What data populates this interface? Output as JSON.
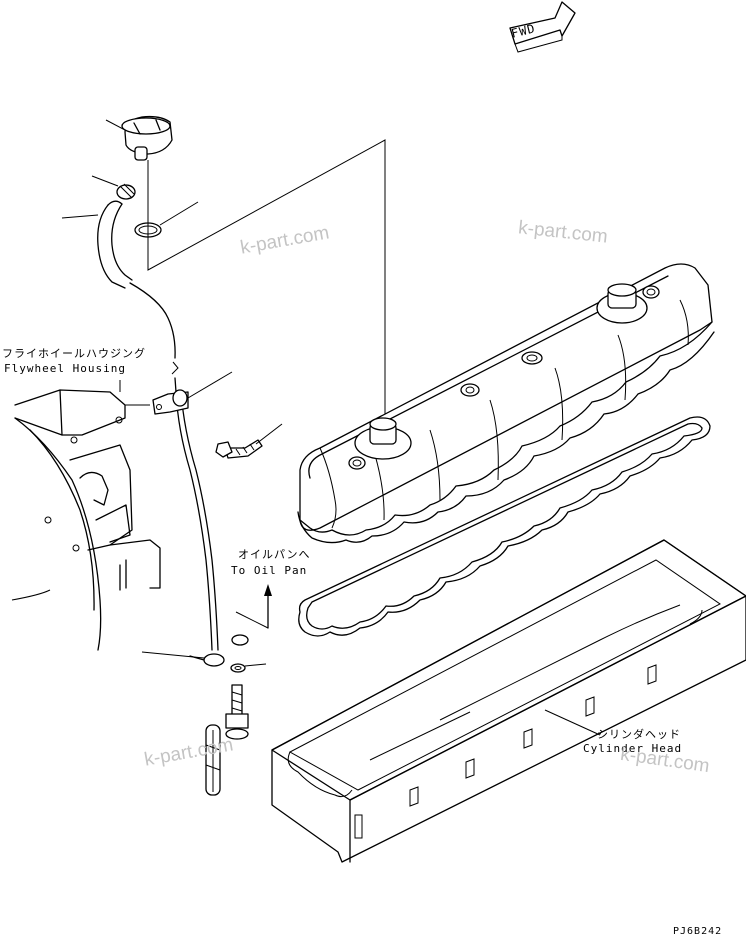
{
  "labels": {
    "fwd": "FWD",
    "flywheel_jp": "フライホイールハウジング",
    "flywheel_en": "Flywheel Housing",
    "oilpan_jp": "オイルパンへ",
    "oilpan_en": "To Oil Pan",
    "cylhead_jp": "シリンダヘッド",
    "cylhead_en": "Cylinder Head",
    "drawing_no": "PJ6B242"
  },
  "watermarks": [
    "k-part.com",
    "k-part.com",
    "k-part.com",
    "k-part.com"
  ]
}
